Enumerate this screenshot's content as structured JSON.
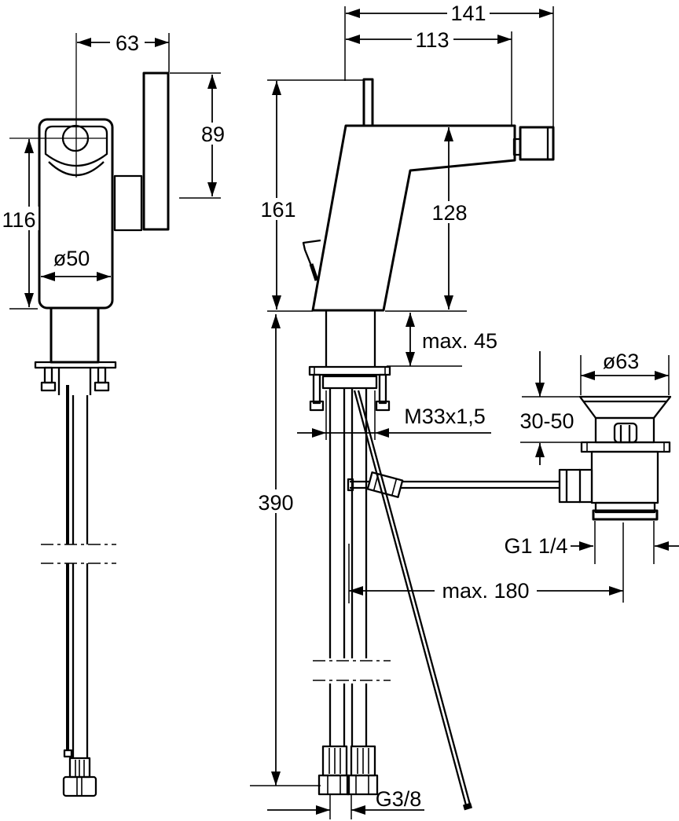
{
  "meta": {
    "description": "Technical dimensional drawing of a single-lever bidet mixer tap with pop-up waste, front view, side view and waste drain detail"
  },
  "colors": {
    "line": "#000000",
    "background": "#ffffff"
  },
  "dims": {
    "d63": "63",
    "d89": "89",
    "d116": "116",
    "d50": "ø50",
    "d141": "141",
    "d113": "113",
    "d161": "161",
    "d128": "128",
    "dmax45": "max. 45",
    "dm33": "M33x1,5",
    "d390": "390",
    "d63w": "ø63",
    "d3050": "30-50",
    "dg114": "G1 1/4",
    "dmax180": "max. 180",
    "dg38": "G3/8"
  }
}
